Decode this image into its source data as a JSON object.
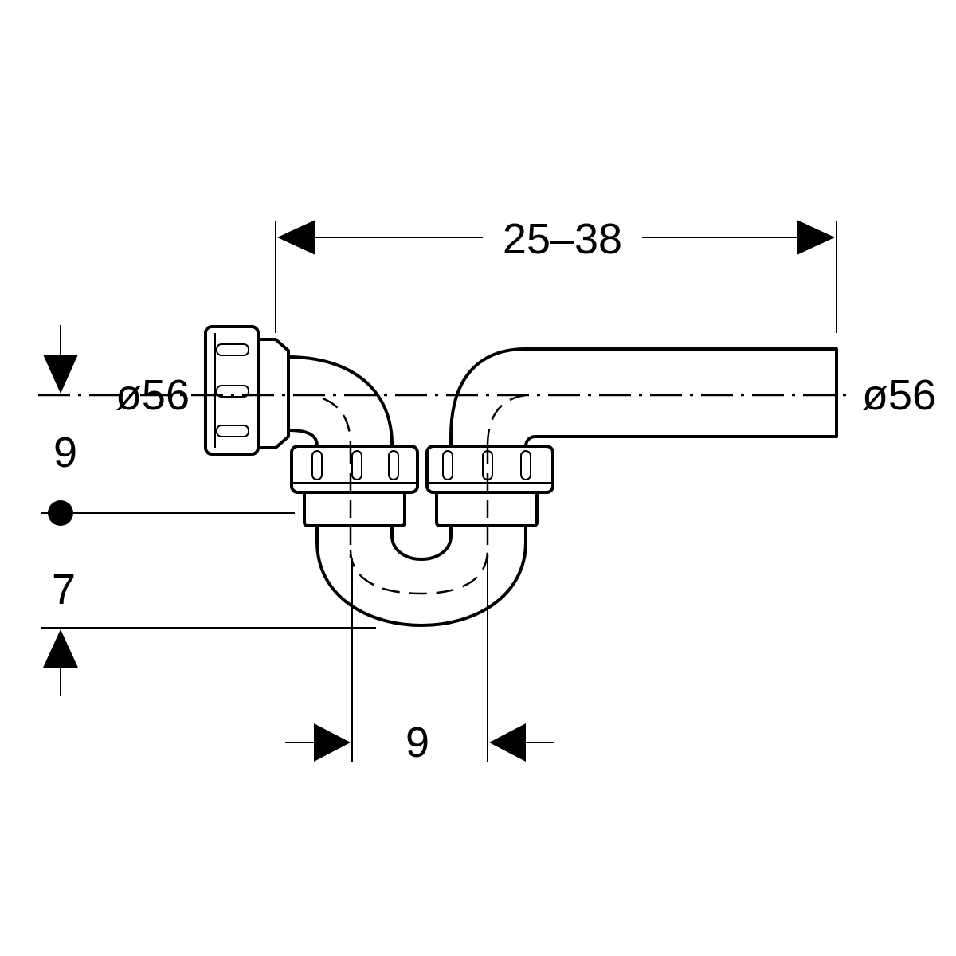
{
  "dimensions": {
    "top_length": "25–38",
    "left_diameter": "ø56",
    "right_diameter": "ø56",
    "left_upper_height": "9",
    "left_lower_height": "7",
    "bottom_width": "9"
  }
}
